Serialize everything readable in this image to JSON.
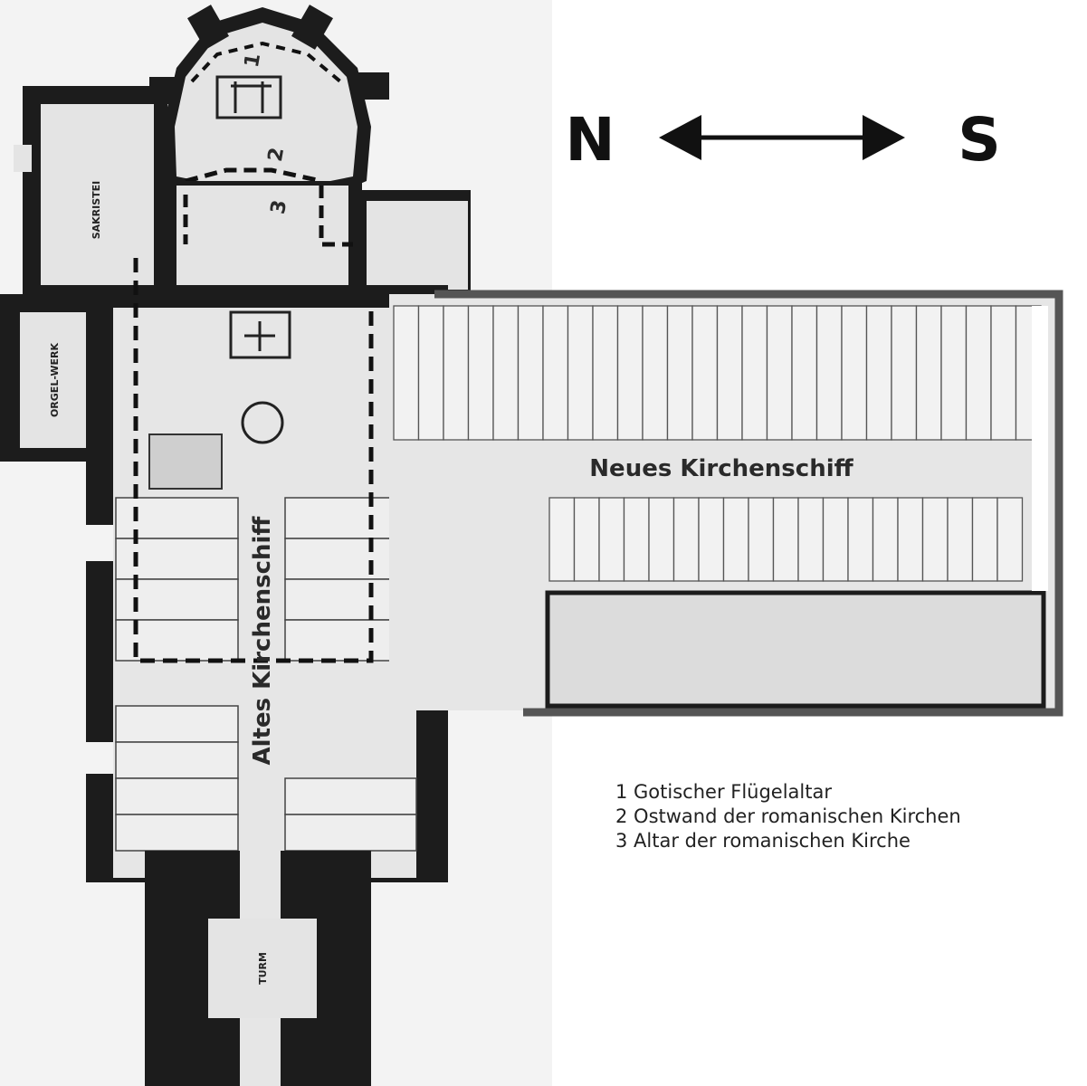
{
  "compass": {
    "north": "N",
    "south": "S"
  },
  "labels": {
    "new_nave": "Neues Kirchenschiff",
    "old_nave": "Altes Kirchenschiff",
    "sacristy": "SAKRISTEI",
    "organ": "ORGEL-WERK",
    "tower": "TURM",
    "marker_1": "1",
    "marker_2": "2",
    "marker_3": "3"
  },
  "legend": [
    {
      "text": "1 Gotischer Flügelaltar"
    },
    {
      "text": "2 Ostwand der romanischen Kirchen"
    },
    {
      "text": "3 Altar der romanischen Kirche"
    }
  ],
  "colors": {
    "wall": "#1c1c1c",
    "floor": "#e6e6e6",
    "new_frame": "#555555",
    "paper": "#f4f4f4"
  }
}
